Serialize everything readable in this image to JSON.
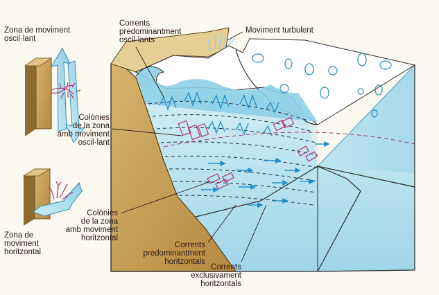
{
  "labels": {
    "oscillating_zone": "Zona de moviment\noscil·lant",
    "horizontal_zone": "Zona de\nmoviment\nhoritzontal",
    "oscillating_currents": "Corrents\npredominantment\noscil·lants",
    "turbulent_movement": "Moviment turbulent",
    "colonies_oscillating": "Colònies\nde la zona\namb moviment\noscil·lant",
    "colonies_horizontal": "Colònies\nde la zona\namb moviment\nhoritzontal",
    "predominantly_horizontal": "Corrents\npredominantment\nhoritzontals",
    "exclusively_horizontal": "Corrents\nexclusivament\nhoritzontals"
  },
  "colors": {
    "page": "#fbf8ef",
    "rock": "#c8a15a",
    "rock_dark": "#8e6a30",
    "water": "#c5e9f3",
    "water_deep": "#9fd5e8",
    "foam": "#ffffff",
    "current": "#1f8fc8",
    "colony": "#b0307a",
    "text": "#2a1a14"
  }
}
